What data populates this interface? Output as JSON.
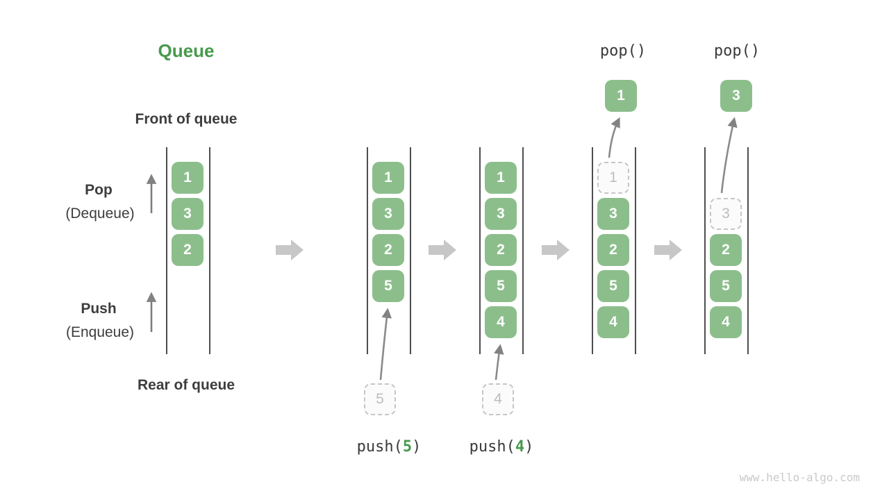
{
  "title": "Queue",
  "labels": {
    "front": "Front of queue",
    "rear": "Rear of queue",
    "pop": "Pop",
    "pop_sub": "(Dequeue)",
    "push": "Push",
    "push_sub": "(Enqueue)"
  },
  "watermark": "www.hello-algo.com",
  "colors": {
    "green_box": "#8CBE8C",
    "green_accent": "#47994C",
    "dark_text": "#3D3D3D",
    "code_text": "#3A3A3A",
    "ghost_text": "#BDBDBD",
    "ghost_border": "#C6C6C6",
    "ghost_fill": "#FBFBFB",
    "rail": "#4D4D4D",
    "block_arrow": "#C7C7C7",
    "flow_arrow": "#8A8A8A",
    "up_arrow": "#7D7D7D",
    "watermark": "#C9C9C9"
  },
  "states": [
    {
      "name": "initial",
      "slots": [
        {
          "slot": 0,
          "value": "1",
          "style": "solid"
        },
        {
          "slot": 1,
          "value": "3",
          "style": "solid"
        },
        {
          "slot": 2,
          "value": "2",
          "style": "solid"
        }
      ]
    },
    {
      "name": "push-5",
      "slots": [
        {
          "slot": 0,
          "value": "1",
          "style": "solid"
        },
        {
          "slot": 1,
          "value": "3",
          "style": "solid"
        },
        {
          "slot": 2,
          "value": "2",
          "style": "solid"
        },
        {
          "slot": 3,
          "value": "5",
          "style": "solid"
        }
      ],
      "operation": {
        "type": "push",
        "prefix": "push(",
        "value": "5",
        "suffix": ")"
      },
      "pending_value": "5"
    },
    {
      "name": "push-4",
      "slots": [
        {
          "slot": 0,
          "value": "1",
          "style": "solid"
        },
        {
          "slot": 1,
          "value": "3",
          "style": "solid"
        },
        {
          "slot": 2,
          "value": "2",
          "style": "solid"
        },
        {
          "slot": 3,
          "value": "5",
          "style": "solid"
        },
        {
          "slot": 4,
          "value": "4",
          "style": "solid"
        }
      ],
      "operation": {
        "type": "push",
        "prefix": "push(",
        "value": "4",
        "suffix": ")"
      },
      "pending_value": "4"
    },
    {
      "name": "pop-1",
      "slots": [
        {
          "slot": 0,
          "value": "1",
          "style": "dashed"
        },
        {
          "slot": 1,
          "value": "3",
          "style": "solid"
        },
        {
          "slot": 2,
          "value": "2",
          "style": "solid"
        },
        {
          "slot": 3,
          "value": "5",
          "style": "solid"
        },
        {
          "slot": 4,
          "value": "4",
          "style": "solid"
        }
      ],
      "operation": {
        "type": "pop",
        "label": "pop()"
      },
      "popped_value": "1"
    },
    {
      "name": "pop-3",
      "slots": [
        {
          "slot": 1,
          "value": "3",
          "style": "dashed"
        },
        {
          "slot": 2,
          "value": "2",
          "style": "solid"
        },
        {
          "slot": 3,
          "value": "5",
          "style": "solid"
        },
        {
          "slot": 4,
          "value": "4",
          "style": "solid"
        }
      ],
      "operation": {
        "type": "pop",
        "label": "pop()"
      },
      "popped_value": "3"
    }
  ]
}
